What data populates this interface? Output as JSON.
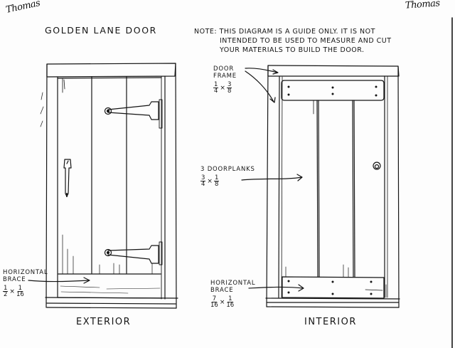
{
  "signatures": {
    "top_left": "Thomas",
    "top_right": "Thomas"
  },
  "title": "Golden Lane Door",
  "note": {
    "prefix": "Note:",
    "line1": "This diagram is a guide only. It is not",
    "line2": "intended to be used to measure and cut",
    "line3": "your materials to build the door."
  },
  "labels": {
    "door_frame": {
      "line1": "Door",
      "line2": "Frame",
      "dim_a_num": "1",
      "dim_a_den": "4",
      "times": "×",
      "dim_b_num": "3",
      "dim_b_den": "8"
    },
    "door_planks": {
      "line1": "3 Doorplanks",
      "dim_a_num": "3",
      "dim_a_den": "4",
      "times": "×",
      "dim_b_num": "1",
      "dim_b_den": "8"
    },
    "horizontal_brace_exterior": {
      "line1": "Horizontal",
      "line2": "Brace",
      "dim_a_num": "1",
      "dim_a_den": "2",
      "times": "×",
      "dim_b_num": "1",
      "dim_b_den": "16"
    },
    "horizontal_brace_interior": {
      "line1": "Horizontal",
      "line2": "Brace",
      "dim_a_num": "7",
      "dim_a_den": "16",
      "times": "×",
      "dim_b_num": "1",
      "dim_b_den": "16"
    }
  },
  "captions": {
    "exterior": "Exterior",
    "interior": "Interior"
  },
  "colors": {
    "ink": "#151515",
    "paper": "#fdfdfd"
  }
}
